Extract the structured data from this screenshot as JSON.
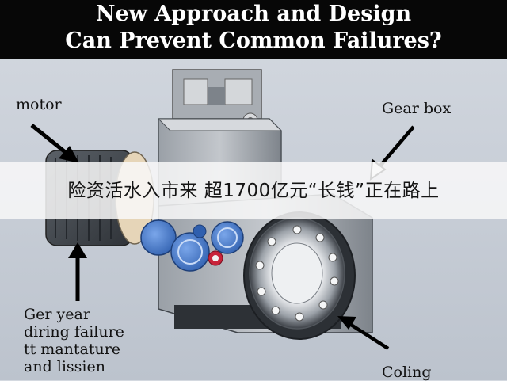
{
  "header": {
    "line1": "New Approach and Design",
    "line2": "Can Prevent  Common Failures?"
  },
  "labels": {
    "motor": "motor",
    "gear_box": "Gear box",
    "failure_note": "Ger year\ndiring failure\ntt mantature\nand lissien",
    "coling": "Coling"
  },
  "banner": {
    "headline": "险资活水入市来 超1700亿元“长钱”正在路上"
  },
  "colors": {
    "header_bg": "#070707",
    "header_text": "#ffffff",
    "motor_blue": "#3b6fc4",
    "machine_grey": "#8a8e94",
    "banner_bg": "#f8f8f8"
  },
  "icons": {
    "arrows": [
      "arrow-to-motor-icon",
      "arrow-to-gearbox-icon",
      "arrow-up-failure-icon",
      "arrow-to-coling-icon"
    ]
  }
}
